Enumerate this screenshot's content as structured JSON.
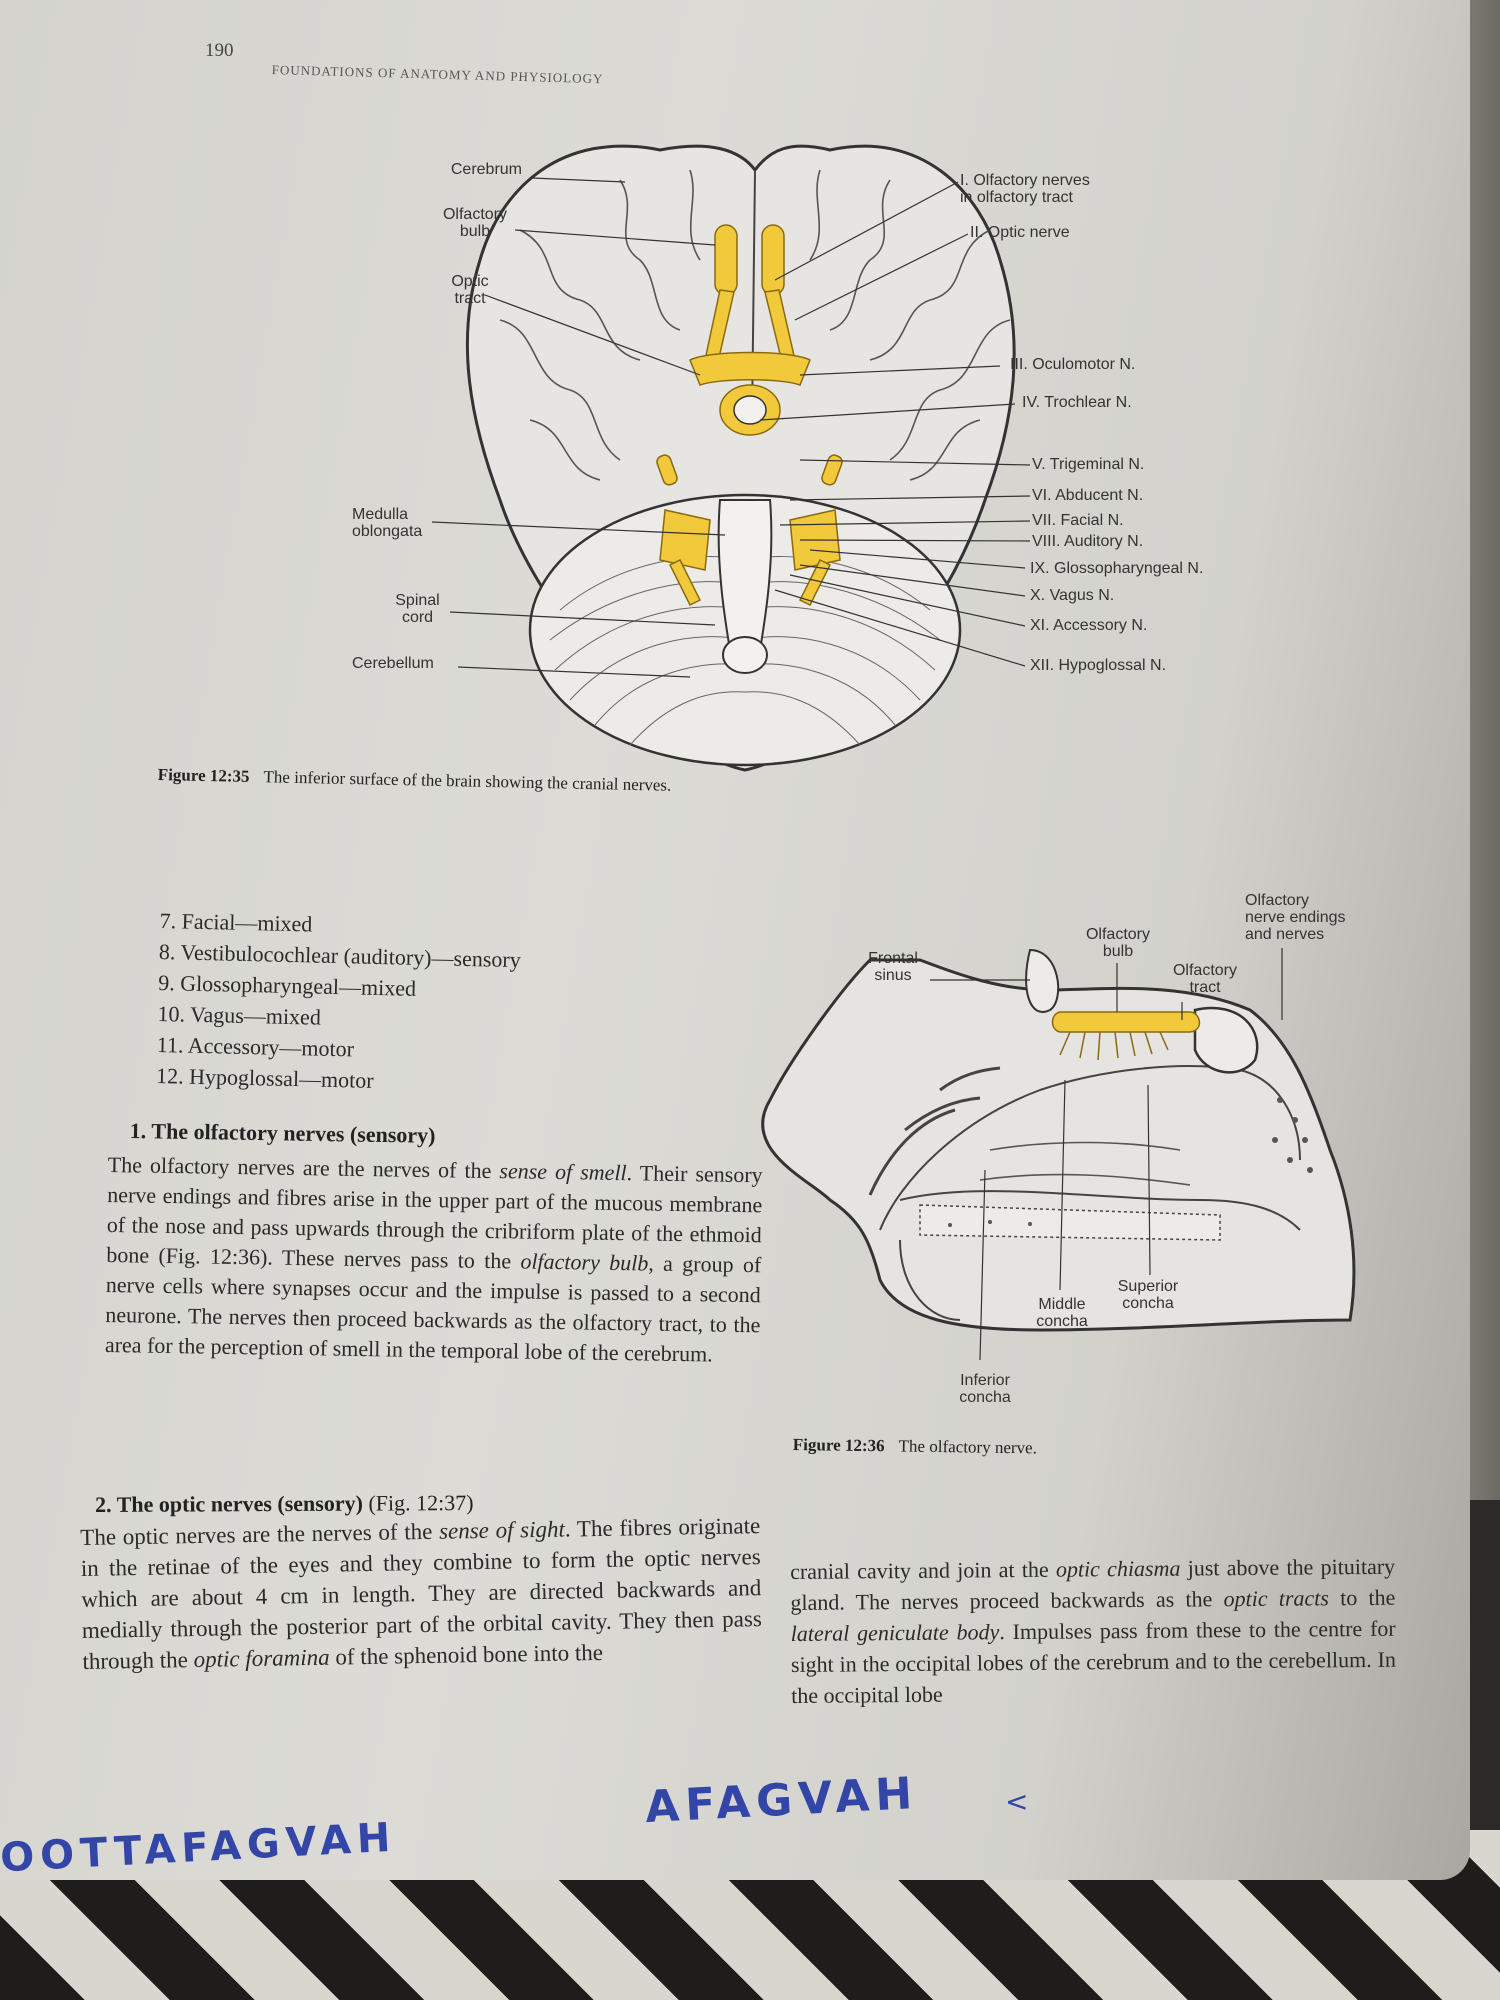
{
  "header": {
    "page_number": "190",
    "running_title": "FOUNDATIONS OF ANATOMY AND PHYSIOLOGY"
  },
  "figure_35": {
    "left_labels": {
      "cerebrum": "Cerebrum",
      "olfactory_bulb": "Olfactory\nbulb",
      "optic_tract": "Optic\ntract",
      "medulla": "Medulla\noblongata",
      "spinal_cord": "Spinal\ncord",
      "cerebellum": "Cerebellum"
    },
    "right_labels": [
      "I. Olfactory nerves\nin olfactory tract",
      "II. Optic nerve",
      "III. Oculomotor N.",
      "IV. Trochlear N.",
      "V. Trigeminal N.",
      "VI. Abducent N.",
      "VII. Facial N.",
      "VIII. Auditory N.",
      "IX. Glossopharyngeal N.",
      "X. Vagus N.",
      "XI. Accessory N.",
      "XII. Hypoglossal N."
    ],
    "caption_number": "Figure 12:35",
    "caption_text": "The inferior surface of the brain showing the cranial nerves."
  },
  "nerve_list": [
    " 7. Facial—mixed",
    " 8. Vestibulocochlear (auditory)—sensory",
    " 9. Glossopharyngeal—mixed",
    "10. Vagus—mixed",
    "11. Accessory—motor",
    "12. Hypoglossal—motor"
  ],
  "section_1": {
    "heading": "1. The olfactory nerves (sensory)",
    "body_start": "The olfactory nerves are the nerves of the ",
    "body_italic_1": "sense of smell",
    "body_mid": ". Their sensory nerve endings and fibres arise in the upper part of the mucous membrane of the nose and pass upwards through the cribriform plate of the ethmoid bone (Fig. 12:36). These nerves pass to the ",
    "body_italic_2": "olfactory bulb",
    "body_end": ", a group of nerve cells where synapses occur and the impulse is passed to a second neurone. The nerves then proceed backwards as the olfactory tract, to the area for the perception of smell in the temporal lobe of the cerebrum."
  },
  "figure_36": {
    "labels": {
      "frontal_sinus": "Frontal\nsinus",
      "olfactory_bulb": "Olfactory\nbulb",
      "olfactory_tract": "Olfactory\ntract",
      "olfactory_endings": "Olfactory\nnerve endings\nand nerves",
      "middle_concha": "Middle\nconcha",
      "superior_concha": "Superior\nconcha",
      "inferior_concha": "Inferior\nconcha"
    },
    "caption_number": "Figure 12:36",
    "caption_text": "The olfactory nerve."
  },
  "section_2": {
    "heading": "2. The optic nerves (sensory)",
    "heading_ref": " (Fig. 12:37)",
    "left_start": "The optic nerves are the nerves of the ",
    "left_italic_1": "sense of sight",
    "left_mid": ". The fibres originate in the retinae of the eyes and they combine to form the optic nerves which are about 4 cm in length. They are directed backwards and medially through the posterior part of the orbital cavity. They then pass through the ",
    "left_italic_2": "optic foramina",
    "left_end": " of the sphenoid bone into the",
    "right_start": "cranial cavity and join at the ",
    "right_italic_1": "optic chiasma",
    "right_mid": " just above the pituitary gland. The nerves proceed backwards as the ",
    "right_italic_2": "optic tracts",
    "right_mid2": " to the ",
    "right_italic_3": "lateral geniculate body",
    "right_end": ". Impulses pass from these to the centre for sight in the occipital lobes of the cerebrum and to the cerebellum. In the occipital lobe"
  },
  "handwriting": {
    "center": "AFAGVAH",
    "center_mark": "<",
    "left": "OOTTAFAGVAH"
  },
  "colors": {
    "nerve_yellow": "#f2c93a",
    "ink_blue": "#3345a6",
    "paper": "#d9d8d3"
  }
}
